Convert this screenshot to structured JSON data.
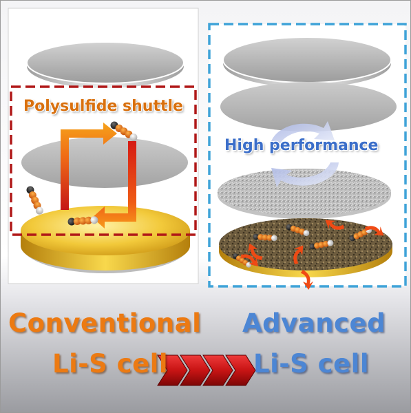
{
  "labels": {
    "polysulfide": "Polysulfide shuttle",
    "high_performance": "High performance"
  },
  "left": {
    "title": "Conventional",
    "subtitle": "Li-S cell"
  },
  "right": {
    "title": "Advanced",
    "subtitle": "Li-S cell"
  },
  "colors": {
    "conventional_text": "#ec7a12",
    "advanced_text": "#4c86d4",
    "shuttle_box": "#b01818",
    "advanced_box": "#3fa3d8",
    "arrow_red": "#c01416"
  }
}
